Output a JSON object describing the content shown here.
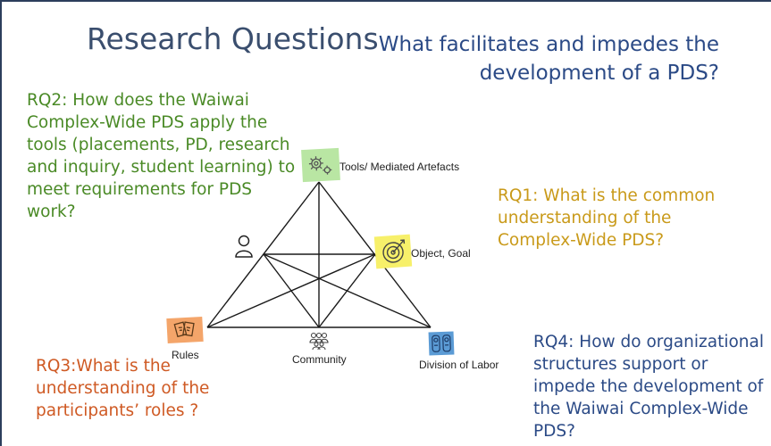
{
  "slide": {
    "title": "Research Questions",
    "subtitle": "What facilitates and impedes the development of a PDS?",
    "rq2": "RQ2: How does the Waiwai Complex-Wide PDS apply the tools (placements, PD, research and inquiry, student learning) to meet requirements for PDS work?",
    "rq1": "RQ1: What is the common understanding of the Complex-Wide PDS?",
    "rq3": "RQ3:What is the understanding of the participants’ roles ?",
    "rq4": "RQ4: How do organizational structures support or impede the development of the Waiwai Complex-Wide PDS?"
  },
  "diagram": {
    "tools_label": "Tools/ Mediated Artefacts",
    "object_label": "Object, Goal",
    "rules_label": "Rules",
    "community_label": "Community",
    "division_label": "Division of Labor"
  },
  "colors": {
    "title": "#3a4e6e",
    "subtitle": "#2b4a86",
    "rq2": "#4a8a26",
    "rq1": "#c99a1a",
    "rq3": "#cf5a24",
    "rq4": "#2b4a86",
    "tools_sticky": "#b9e6a3",
    "object_sticky": "#f7f06a",
    "rules_sticky": "#f4a56a",
    "division_sticky": "#5b9bd5"
  },
  "icons": {
    "tools": "gears-icon",
    "subject": "person-icon",
    "object": "target-icon",
    "rules": "rules-cards-icon",
    "community": "community-people-icon",
    "division": "division-of-labor-icon"
  }
}
